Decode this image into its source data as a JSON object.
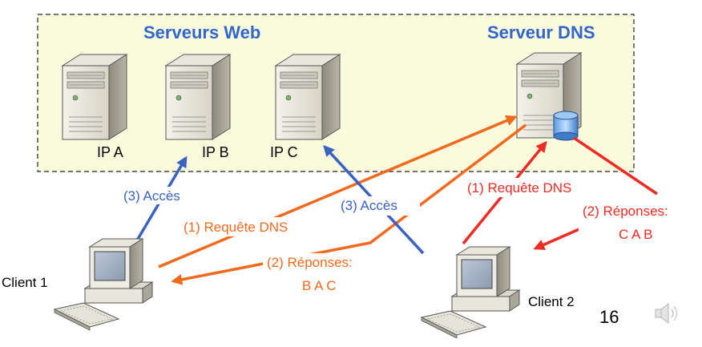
{
  "diagram": {
    "web_zone_title": "Serveurs Web",
    "dns_zone_title": "Serveur DNS",
    "servers": [
      {
        "label": ""
      },
      {
        "label": "IP A"
      },
      {
        "label": "IP B"
      },
      {
        "label": "IP C"
      }
    ],
    "clients": [
      {
        "label": "Client 1"
      },
      {
        "label": "Client 2"
      }
    ],
    "client1_flow": {
      "access_label": "(3) Accès",
      "request_label": "(1) Requête DNS",
      "response_title": "(2) Réponses:",
      "response_order": "B A C"
    },
    "client2_flow": {
      "access_label": "(3) Accès",
      "request_label": "(1) Requête DNS",
      "response_title": "(2) Réponses:",
      "response_order": "C A B"
    },
    "page_number": "16",
    "speaker_icon": "speaker-icon",
    "colors": {
      "zone_fill": "#fafadc",
      "title_blue": "#3366cc",
      "access_blue": "#3a62c0",
      "client1_orange": "#f06a1e",
      "client2_red": "#ee2b24"
    }
  }
}
